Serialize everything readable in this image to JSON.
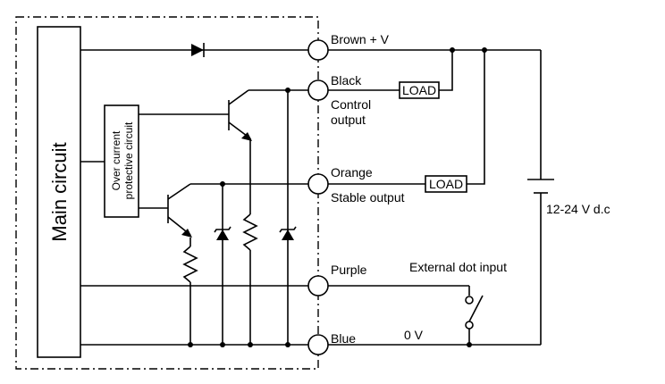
{
  "main_circuit": {
    "label": "Main circuit"
  },
  "protective_circuit": {
    "line1": "Over current",
    "line2": "protective circuit"
  },
  "terminals": {
    "brown": "Brown + V",
    "black": "Black",
    "control": {
      "line1": "Control",
      "line2": "output"
    },
    "orange": "Orange",
    "stable": "Stable output",
    "purple": "Purple",
    "blue": "Blue"
  },
  "loads": {
    "load1": "LOAD",
    "load2": "LOAD"
  },
  "supply": {
    "label": "12-24 V d.c"
  },
  "external_input": {
    "label": "External dot input"
  },
  "zero_volt": {
    "label": "0 V"
  }
}
